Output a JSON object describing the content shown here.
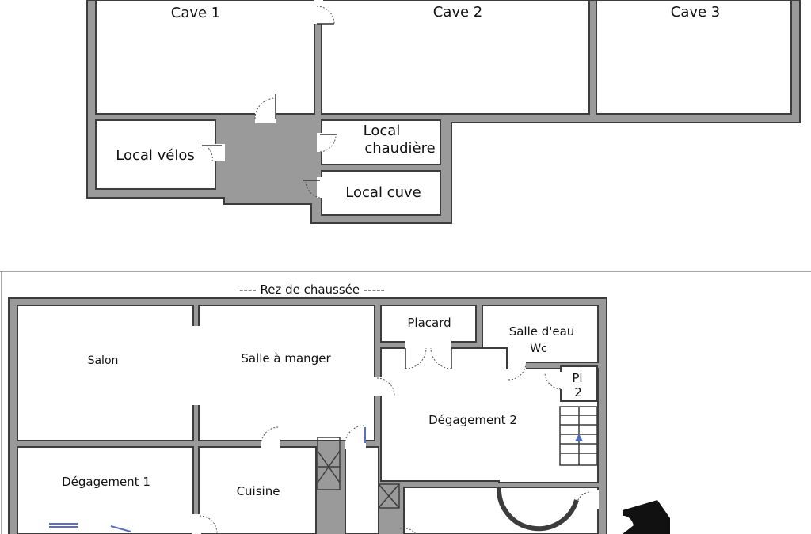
{
  "sous_sol": {
    "rooms": {
      "cave_1": "Cave 1",
      "cave_2": "Cave 2",
      "cave_3": "Cave 3",
      "local_velos": "Local vélos",
      "local_chaudiere_line1": "Local",
      "local_chaudiere_line2": "chaudière",
      "local_cuve": "Local cuve"
    }
  },
  "rez_de_chaussee": {
    "title": "----  Rez de chaussée  -----",
    "rooms": {
      "salon": "Salon",
      "salle_a_manger": "Salle à manger",
      "placard": "Placard",
      "salle_deau": "Salle d'eau",
      "wc": "Wc",
      "placard_2_line1": "Pl",
      "placard_2_line2": "2",
      "degagement_2": "Dégagement 2",
      "degagement_1": "Dégagement 1",
      "cuisine": "Cuisine"
    }
  },
  "colors": {
    "wall": "#9a9a9a",
    "outline": "#3c3c3c",
    "stair_arrow": "#4a6fb5",
    "window_blue": "#5a6fc0"
  }
}
